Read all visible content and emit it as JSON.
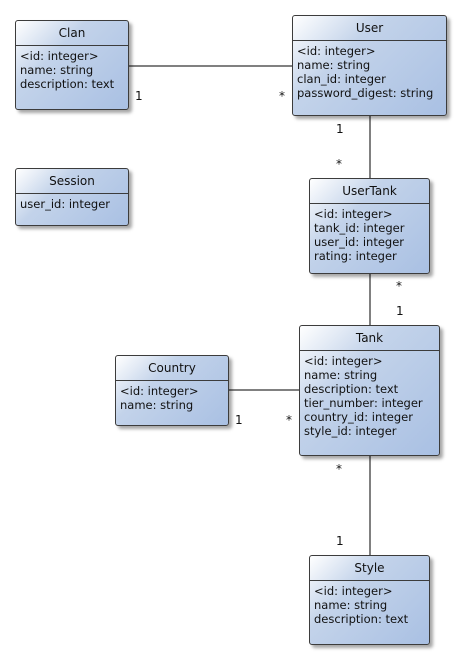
{
  "entities": {
    "clan": {
      "name": "Clan",
      "attributes": [
        "<id: integer>",
        "name: string",
        "description: text"
      ]
    },
    "user": {
      "name": "User",
      "attributes": [
        "<id: integer>",
        "name: string",
        "clan_id: integer",
        "password_digest: string"
      ]
    },
    "session": {
      "name": "Session",
      "attributes": [
        "user_id: integer"
      ]
    },
    "usertank": {
      "name": "UserTank",
      "attributes": [
        "<id: integer>",
        "tank_id: integer",
        "user_id: integer",
        "rating: integer"
      ]
    },
    "country": {
      "name": "Country",
      "attributes": [
        "<id: integer>",
        "name: string"
      ]
    },
    "tank": {
      "name": "Tank",
      "attributes": [
        "<id: integer>",
        "name: string",
        "description: text",
        "tier_number: integer",
        "country_id: integer",
        "style_id: integer"
      ]
    },
    "style": {
      "name": "Style",
      "attributes": [
        "<id: integer>",
        "name: string",
        "description: text"
      ]
    }
  },
  "relationships": [
    {
      "id": "clan-user",
      "from": "Clan",
      "to": "User",
      "from_mult": "1",
      "to_mult": "*"
    },
    {
      "id": "user-usertank",
      "from": "User",
      "to": "UserTank",
      "from_mult": "1",
      "to_mult": "*"
    },
    {
      "id": "usertank-tank",
      "from": "UserTank",
      "to": "Tank",
      "from_mult": "*",
      "to_mult": "1"
    },
    {
      "id": "country-tank",
      "from": "Country",
      "to": "Tank",
      "from_mult": "1",
      "to_mult": "*"
    },
    {
      "id": "tank-style",
      "from": "Tank",
      "to": "Style",
      "from_mult": "*",
      "to_mult": "1"
    }
  ]
}
